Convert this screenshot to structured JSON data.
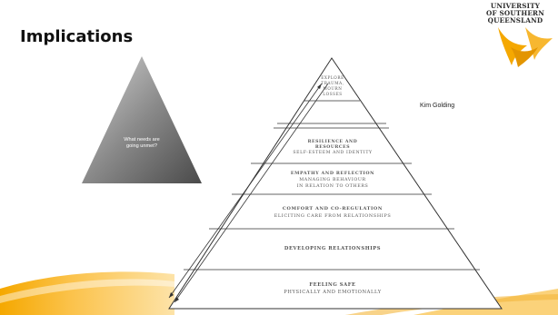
{
  "slide": {
    "title": "Implications",
    "logo": {
      "line1": "UNIVERSITY",
      "line2": "OF SOUTHERN",
      "line3": "QUEENSLAND"
    },
    "attribution": "Kim Golding",
    "small_triangle": {
      "line1": "What needs are",
      "line2": "going unmet?"
    },
    "pyramid_levels": [
      {
        "lines": [
          "EXPLORE",
          "TRAUMA,",
          "MOURN",
          "LOSSES"
        ]
      },
      {
        "lines": [
          "RESILIENCE AND",
          "RESOURCES",
          "SELF-ESTEEM AND IDENTITY"
        ]
      },
      {
        "lines": [
          "EMPATHY AND REFLECTION",
          "MANAGING BEHAVIOUR",
          "IN RELATION TO OTHERS"
        ]
      },
      {
        "lines": [
          "COMFORT AND CO-REGULATION",
          "ELICITING CARE FROM RELATIONSHIPS"
        ]
      },
      {
        "lines": [
          "DEVELOPING RELATIONSHIPS"
        ]
      },
      {
        "lines": [
          "FEELING SAFE",
          "PHYSICALLY AND EMOTIONALLY"
        ]
      }
    ],
    "colors": {
      "accent": "#f5a800",
      "accent_light": "#fcd57a",
      "triangle_dark": "#5a5a5a",
      "triangle_light": "#dcdcdc"
    }
  }
}
